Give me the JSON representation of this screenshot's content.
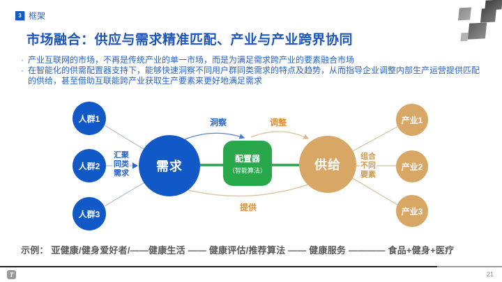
{
  "header": {
    "badge": "3",
    "section_label": "框架",
    "title": "市场融合：供应与需求精准匹配、产业与产业跨界协同"
  },
  "bullets": [
    "产业互联网的市场，不再是传统产业的单一市场，而是为满足需求跨产业的要素融合市场",
    "在智能化的供需配置器支持下，能够快速洞察不同用户群同类需求的特点及趋势，从而指导企业调整内部生产运营提供匹配的供给，甚至借助互联能跨产业获取生产要素来更好地满足需求"
  ],
  "diagram": {
    "groups": [
      "人群1",
      "人群2",
      "人群3"
    ],
    "demand_label": "需求",
    "configurator_line1": "配置器",
    "configurator_line2": "（智能算法）",
    "supply_label": "供给",
    "industries": [
      "产业1",
      "产业2",
      "产业3"
    ],
    "aggregate_note": [
      "汇聚",
      "同类",
      "需求"
    ],
    "combine_note": [
      "组合",
      "不同",
      "要素"
    ],
    "arc_labels": {
      "insight": "洞察",
      "adjust": "调整",
      "provide": "提供"
    }
  },
  "example": {
    "text": "示例：  亚健康/健身爱好者/——健康生活 —— 健康评估/推荐算法 —— 健康服务 ———— 食品+健身+医疗"
  },
  "footer": {
    "logo_glyph": "T",
    "page_number": "21"
  },
  "colors": {
    "title-blue": "#1b55be",
    "body-blue": "#2a64c8",
    "circle-blue": "#1159c7",
    "circle-tan": "#d9a765",
    "box-green": "#29a74b",
    "line-green": "#2fa24d",
    "label-orange": "#dd8f33",
    "note-tan": "#cf9a4f",
    "example-gray": "#595959"
  }
}
